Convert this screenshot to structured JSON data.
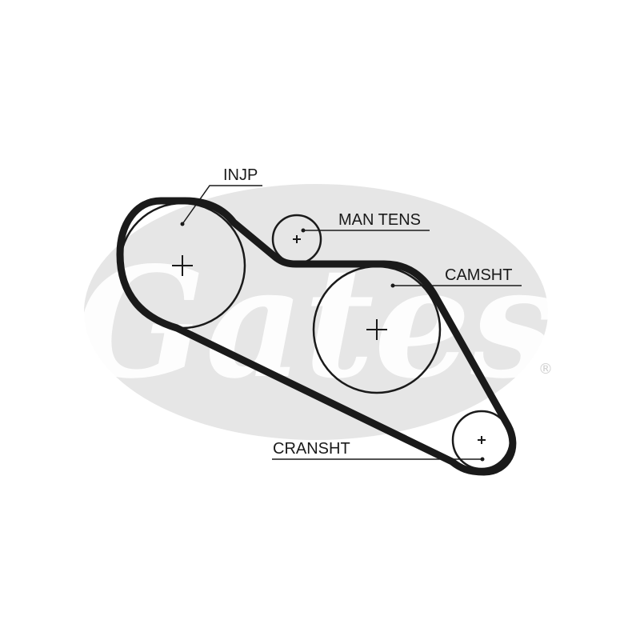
{
  "colors": {
    "background": "#ffffff",
    "logo": "#e6e6e6",
    "belt": "#1a1a1a",
    "pulley": "#1a1a1a",
    "text": "#1a1a1a"
  },
  "logo": {
    "wordmark": "Gates",
    "registered_mark": "®"
  },
  "labels": {
    "injection_pump": "INJP",
    "manual_tensioner": "MAN TENS",
    "camshaft": "CAMSHT",
    "crankshaft": "CRANSHT"
  }
}
